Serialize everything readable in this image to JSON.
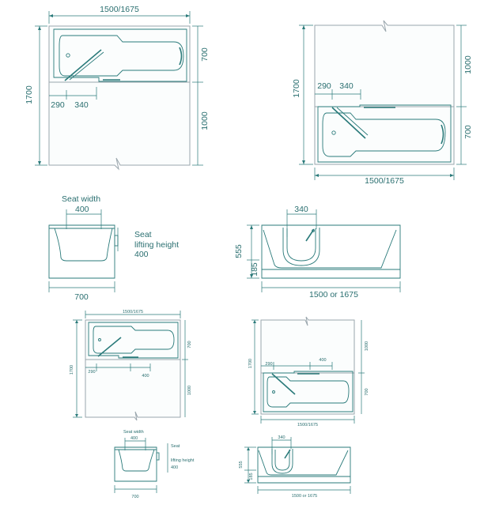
{
  "large": {
    "plan_left": {
      "width": "1500/1675",
      "length": "1700",
      "upper": "700",
      "lower": "1000",
      "offset": "290",
      "door": "340"
    },
    "plan_right": {
      "width": "1500/1675",
      "length": "1700",
      "upper": "1000",
      "lower": "700",
      "offset": "290",
      "door": "340"
    },
    "end_view": {
      "seat_width_label": "Seat width",
      "seat_width": "400",
      "lift_label_1": "Seat",
      "lift_label_2": "lifting height",
      "lift_value": "400",
      "depth": "700"
    },
    "side_view": {
      "door": "340",
      "height": "555",
      "step": "185",
      "length": "1500 or 1675"
    }
  },
  "small": {
    "plan_left": {
      "width": "1500/1675",
      "length": "1700",
      "upper": "700",
      "lower": "1000",
      "offset": "290",
      "door": "400"
    },
    "plan_right": {
      "width": "1500/1675",
      "length": "1700",
      "upper": "1000",
      "lower": "700",
      "offset": "290",
      "door": "400"
    },
    "end_view": {
      "seat_width_label": "Seat width",
      "seat_width": "400",
      "lift_label_1": "Seat",
      "lift_label_2": "lifting height",
      "lift_value": "400",
      "depth": "700"
    },
    "side_view": {
      "door": "340",
      "height": "555",
      "step": "185",
      "length": "1500 or 1675"
    }
  },
  "colors": {
    "line": "#2a7a7a",
    "room": "#9aa6ad",
    "text": "#2a6f70"
  }
}
